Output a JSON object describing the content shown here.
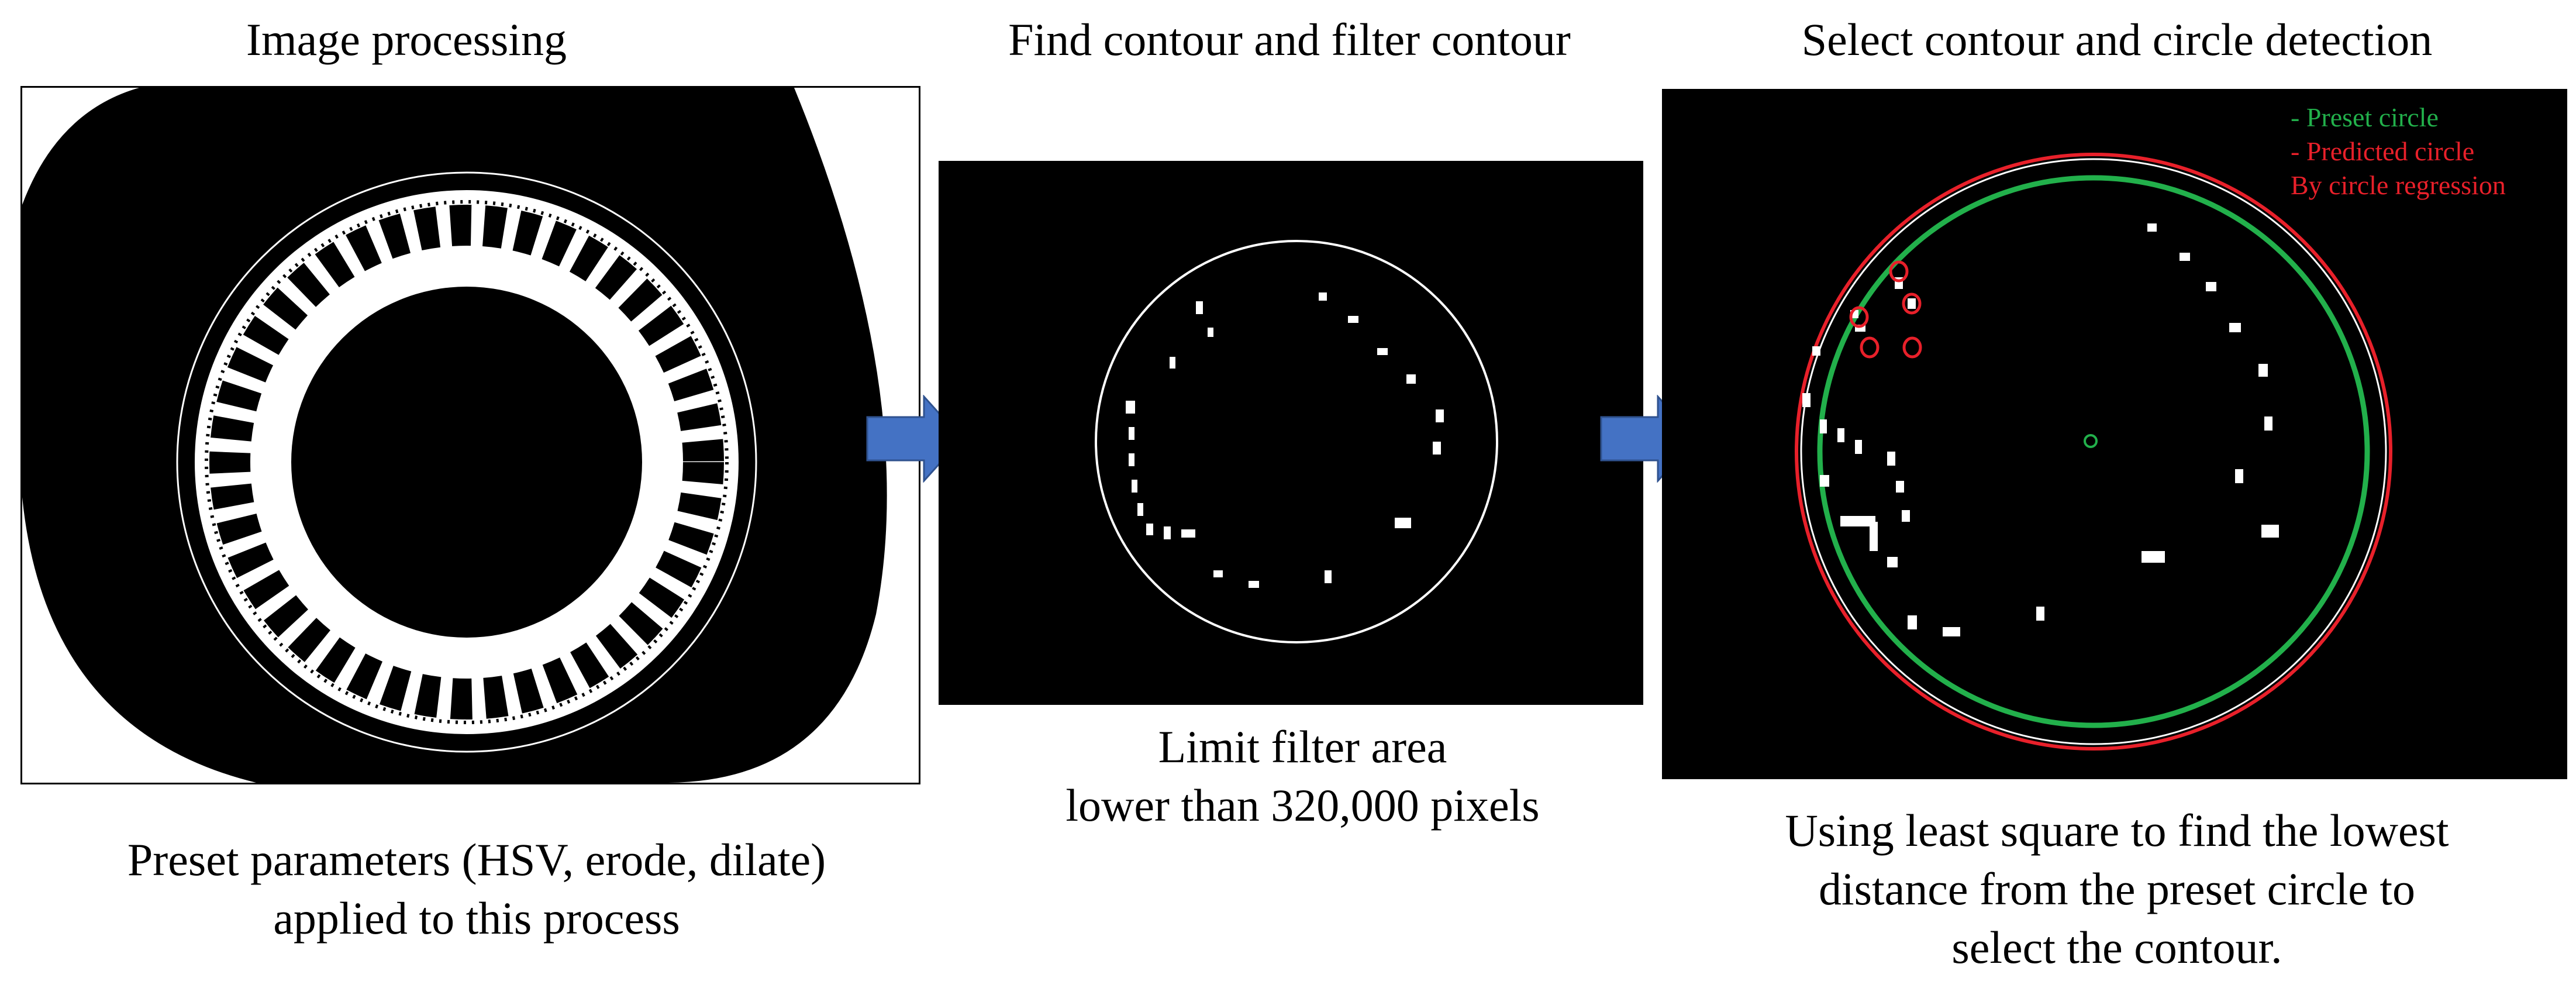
{
  "panels": [
    {
      "title": "Image processing",
      "caption": [
        "Preset parameters (HSV, erode, dilate)",
        "applied to this process"
      ]
    },
    {
      "title": "Find contour and filter contour",
      "caption": [
        "Limit filter area",
        "lower than 320,000 pixels"
      ]
    },
    {
      "title": "Select contour and circle detection",
      "caption": [
        "Using least square to find the lowest",
        "distance from the preset circle to",
        "select the contour."
      ],
      "legend": [
        "- Preset circle",
        "- Predicted circle",
        "By circle regression"
      ]
    }
  ],
  "colors": {
    "arrow": "#4472c4",
    "preset_circle": "#22b04b",
    "predicted_circle": "#e8202a"
  }
}
